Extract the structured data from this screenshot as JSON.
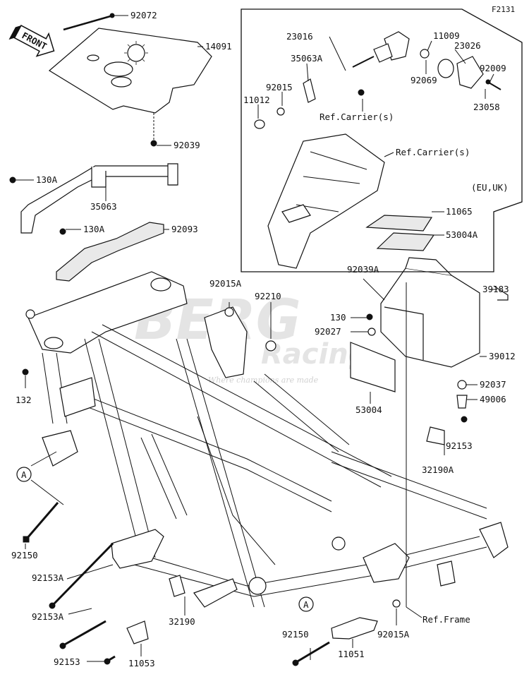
{
  "diagram_code": "F2131",
  "front_arrow_label": "FRONT",
  "circle_marker": "A",
  "region_note": "(EU,UK)",
  "watermark": {
    "brand": "BERG",
    "brand2": "Racing",
    "tagline": "Where champions are made"
  },
  "labels": {
    "p92072": "92072",
    "p14091": "14091",
    "p92039": "92039",
    "p130A_1": "130A",
    "p130A_2": "130A",
    "p35063": "35063",
    "p92093": "92093",
    "p132": "132",
    "p92150_l": "92150",
    "p92153A_1": "92153A",
    "p92153A_2": "92153A",
    "p92153_l": "92153",
    "p11053": "11053",
    "p32190": "32190",
    "p92015A_top": "92015A",
    "p92210": "92210",
    "p130": "130",
    "p92027": "92027",
    "p92039A": "92039A",
    "p39183": "39183",
    "p39012": "39012",
    "p92037": "92037",
    "p49006": "49006",
    "p53004": "53004",
    "p92153_r": "92153",
    "p32190A": "32190A",
    "p92150_b": "92150",
    "p11051": "11051",
    "p92015A_b": "92015A",
    "ref_frame": "Ref.Frame",
    "p23016": "23016",
    "p11009": "11009",
    "p23026": "23026",
    "p92009": "92009",
    "p92069": "92069",
    "p23058": "23058",
    "p35063A": "35063A",
    "p92015": "92015",
    "p11012": "11012",
    "ref_carrier_1": "Ref.Carrier(s)",
    "ref_carrier_2": "Ref.Carrier(s)",
    "p11065": "11065",
    "p53004A": "53004A"
  }
}
